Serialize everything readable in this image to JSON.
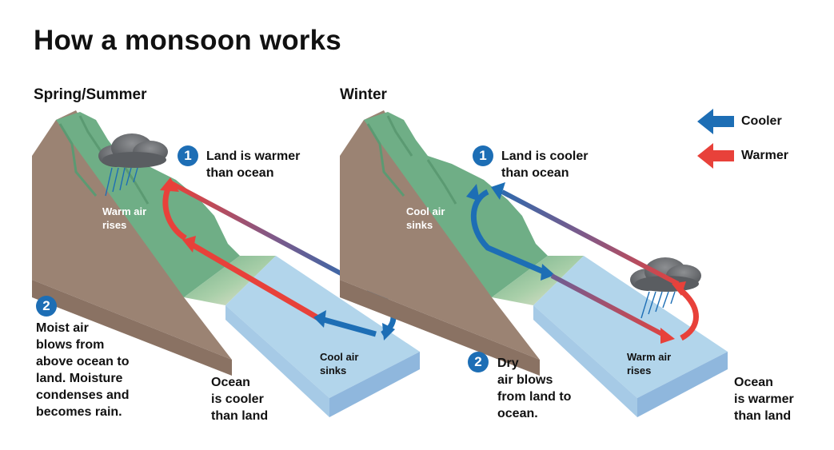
{
  "title": "How a monsoon works",
  "colors": {
    "cool": "#1d6eb5",
    "warm": "#e8413a",
    "badge": "#1d6eb5",
    "land_green": "#6fae86",
    "land_brown": "#9b8373",
    "ocean": "#aed3ea"
  },
  "panels": [
    {
      "heading": "Spring/Summer",
      "step1": {
        "number": "1",
        "text": "Land is warmer\nthan ocean"
      },
      "step2": {
        "number": "2",
        "text": "Moist air\nblows from\nabove ocean to\nland. Moisture\ncondenses and\nbecomes rain."
      },
      "land_air_label": "Warm air\nrises",
      "ocean_air_label": "Cool air\nsinks",
      "ocean_text": "Ocean\nis cooler\nthan land"
    },
    {
      "heading": "Winter",
      "step1": {
        "number": "1",
        "text": "Land is cooler\nthan ocean"
      },
      "step2": {
        "number": "2",
        "text": "Dry\nair blows\nfrom land to\nocean."
      },
      "land_air_label": "Cool air\nsinks",
      "ocean_air_label": "Warm air\nrises",
      "ocean_text": "Ocean\nis warmer\nthan land"
    }
  ],
  "legend": [
    {
      "label": "Cooler",
      "color": "#1d6eb5",
      "icon": "blue-arrow-icon"
    },
    {
      "label": "Warmer",
      "color": "#e8413a",
      "icon": "red-arrow-icon"
    }
  ]
}
